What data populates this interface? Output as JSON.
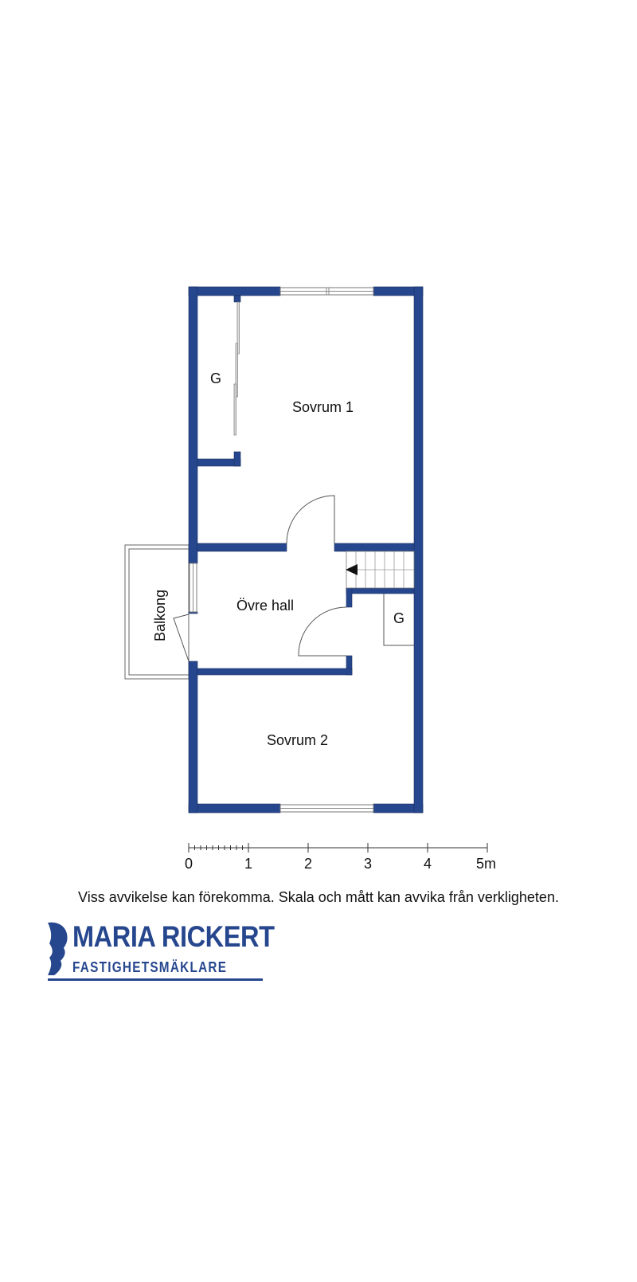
{
  "floorplan": {
    "rooms": {
      "sovrum1": "Sovrum 1",
      "sovrum2": "Sovrum 2",
      "hall": "Övre hall",
      "balkong": "Balkong",
      "closet1": "G",
      "closet2": "G"
    },
    "colors": {
      "wall": "#26478e"
    }
  },
  "scale": {
    "ticks": [
      "0",
      "1",
      "2",
      "3",
      "4",
      "5m"
    ]
  },
  "disclaimer": "Viss avvikelse kan förekomma. Skala och mått kan avvika från verkligheten.",
  "logo": {
    "name": "MARIA RICKERT",
    "subtitle": "FASTIGHETSMÄKLARE"
  }
}
